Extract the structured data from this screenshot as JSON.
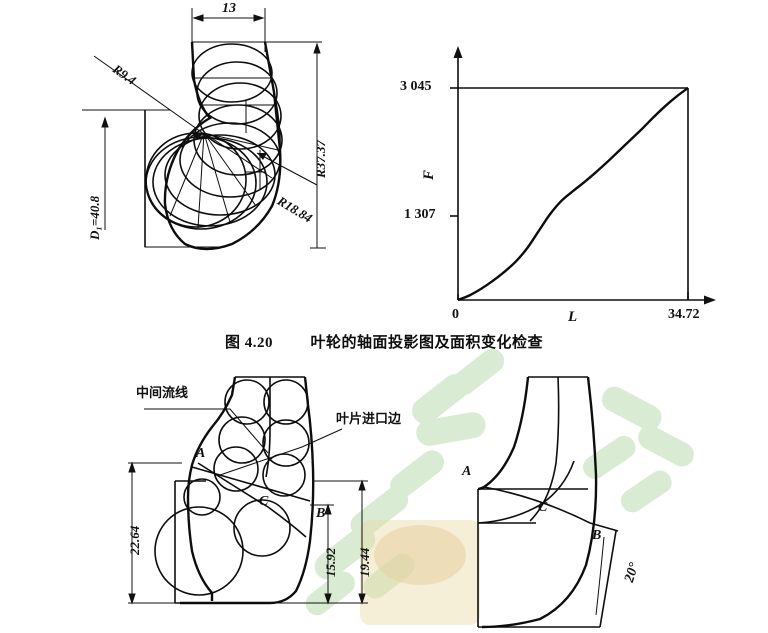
{
  "page": {
    "background": "#ffffff",
    "ink": "#0d0d0d",
    "watermark_color": "#cfe5c4"
  },
  "caption": {
    "figure_number": "图 4.20",
    "text": "叶轮的轴面投影图及面积变化检查",
    "full": "图 4.20    叶轮的轴面投影图及面积变化检查"
  },
  "figure_top_left": {
    "name": "轴面投影图 (axial projection with inscribed circles)",
    "dimensions": {
      "width_13": "13",
      "radius_r9_4": "R9.4",
      "radius_r37_37": "R37.37",
      "radius_r18_84": "R18.84",
      "diameter_d1": "D₁=40.8"
    }
  },
  "figure_top_right": {
    "name": "面积变化检查曲线 (area variation check curve)",
    "chart_data": {
      "type": "line",
      "title": "",
      "xlabel": "L",
      "ylabel": "F",
      "xlim": [
        0,
        34.72
      ],
      "ylim": [
        1307,
        3045
      ],
      "xticks": [
        "0",
        "34.72"
      ],
      "yticks": [
        "1 307",
        "3 045"
      ],
      "xtick_values": [
        0,
        34.72
      ],
      "ytick_values": [
        1307,
        3045
      ],
      "grid": false,
      "legend": "none",
      "axis_arrows": true,
      "series": [
        {
          "name": "F(L)",
          "x": [
            0.0,
            1.74,
            3.47,
            5.21,
            6.94,
            8.68,
            10.42,
            12.15,
            13.89,
            15.62,
            17.36,
            19.1,
            20.83,
            22.57,
            24.3,
            26.04,
            27.78,
            29.51,
            31.25,
            32.98,
            34.72
          ],
          "y": [
            1307,
            1345,
            1398,
            1462,
            1535,
            1620,
            1730,
            1870,
            2010,
            2120,
            2200,
            2275,
            2355,
            2440,
            2530,
            2620,
            2710,
            2805,
            2895,
            2975,
            3045
          ]
        }
      ]
    }
  },
  "figure_bottom_left": {
    "name": "轴面投影图含内切圆 (axial projection with inscribed circles and dimensions)",
    "annotations": {
      "streamline_label": "中间流线",
      "blade_inlet_label": "叶片进口边"
    },
    "points": {
      "a": "A",
      "b": "B",
      "c": "C"
    },
    "dimensions": {
      "height_22_64": "22.64",
      "height_15_92": "15.92",
      "height_19_44": "19.44"
    }
  },
  "figure_bottom_right": {
    "name": "轴面流道图 (meridional flow passage)",
    "points": {
      "a": "A",
      "b": "B",
      "c": "C"
    },
    "angle": "20°"
  }
}
